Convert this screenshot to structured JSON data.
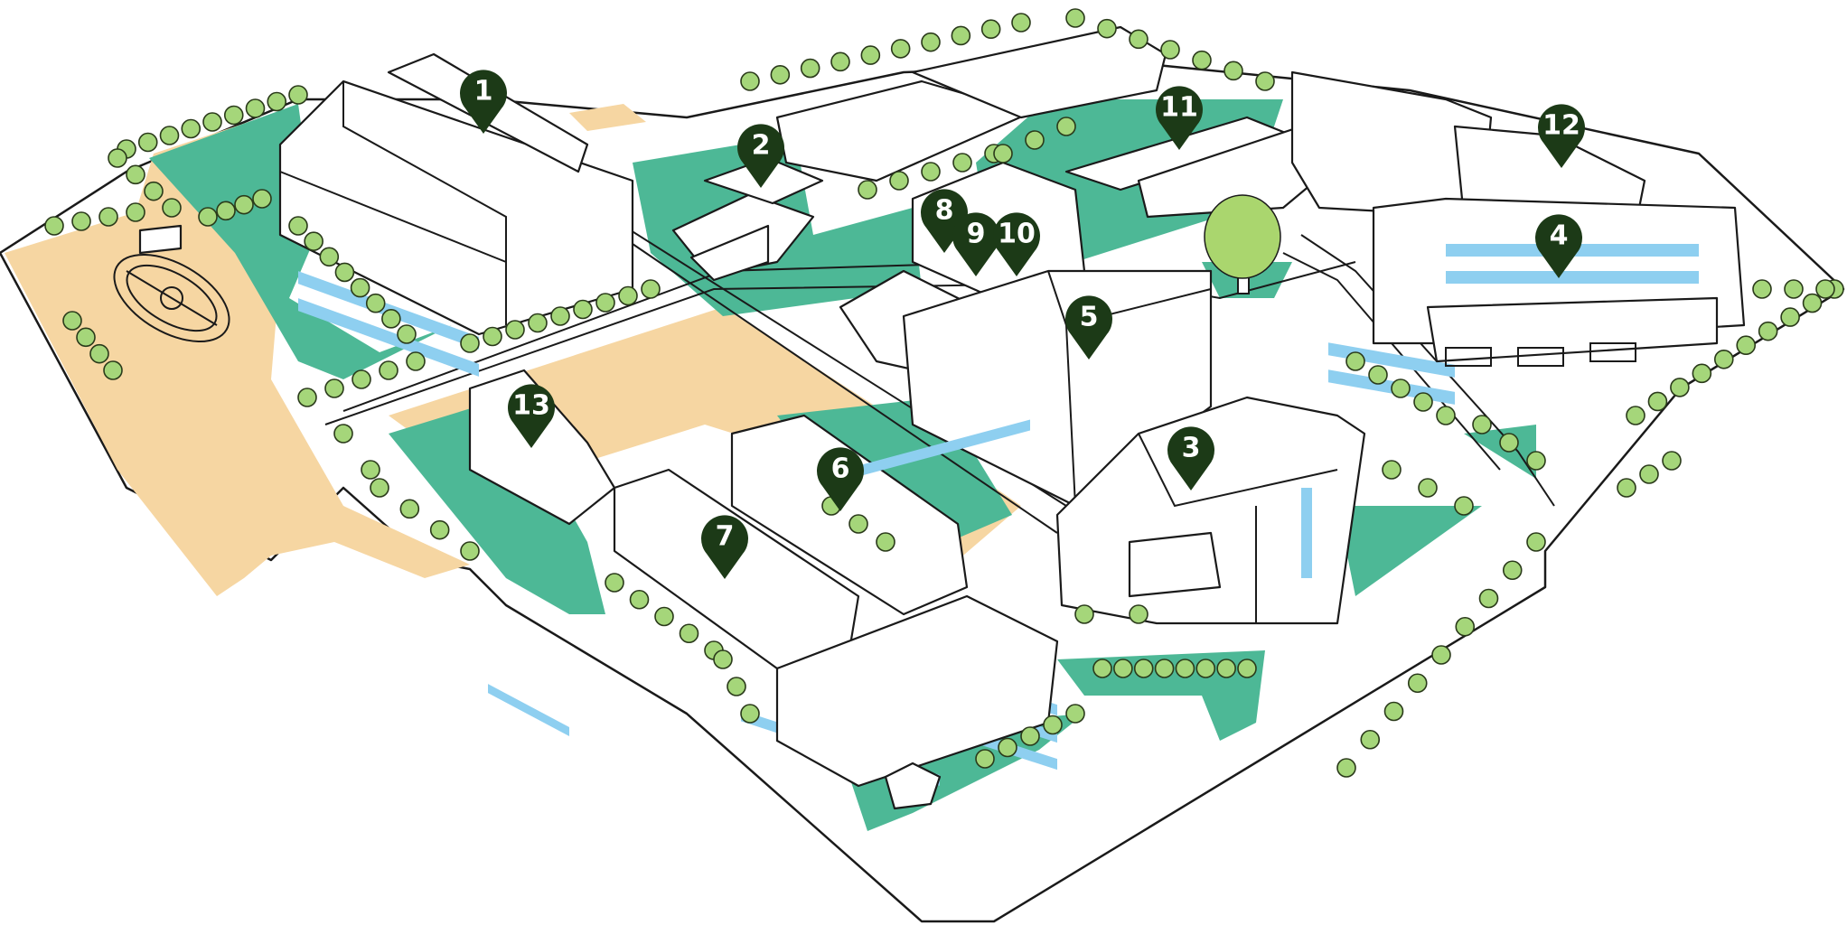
{
  "map": {
    "colors": {
      "lawn": "#4db896",
      "sand": "#f6d6a2",
      "window": "#8ecff0",
      "tree": "#a5d67a",
      "pin": "#1c3a17",
      "outline": "#1a1a1a"
    },
    "pins": [
      {
        "label": "1"
      },
      {
        "label": "2"
      },
      {
        "label": "3"
      },
      {
        "label": "4"
      },
      {
        "label": "5"
      },
      {
        "label": "6"
      },
      {
        "label": "7"
      },
      {
        "label": "8"
      },
      {
        "label": "9"
      },
      {
        "label": "10"
      },
      {
        "label": "11"
      },
      {
        "label": "12"
      },
      {
        "label": "13"
      }
    ]
  }
}
